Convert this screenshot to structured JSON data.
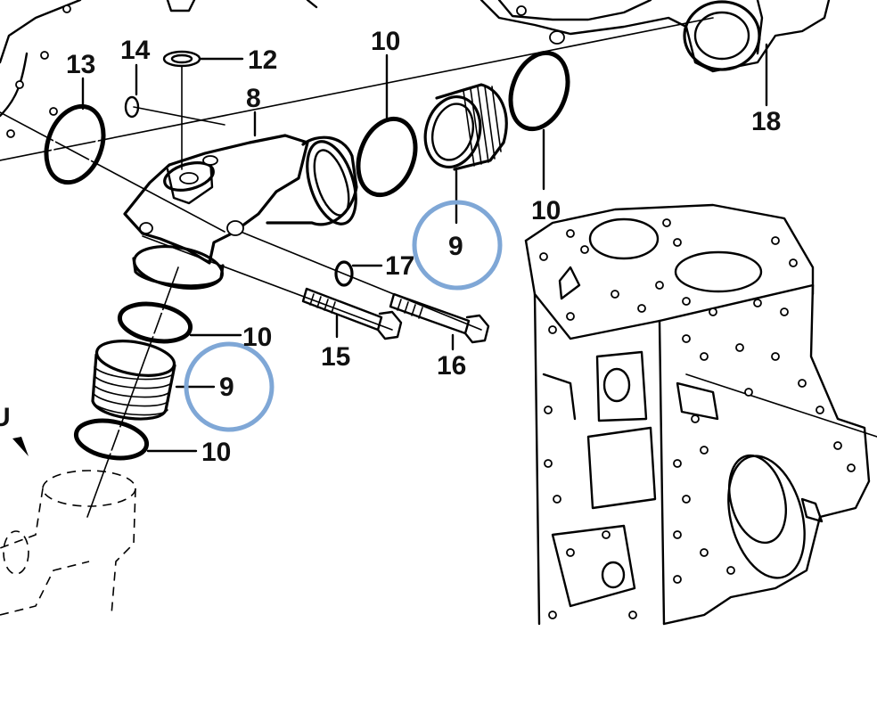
{
  "callouts": [
    {
      "id": "c8",
      "text": "8"
    },
    {
      "id": "c9a",
      "text": "9"
    },
    {
      "id": "c9b",
      "text": "9"
    },
    {
      "id": "c10a",
      "text": "10"
    },
    {
      "id": "c10b",
      "text": "10"
    },
    {
      "id": "c10c",
      "text": "10"
    },
    {
      "id": "c10d",
      "text": "10"
    },
    {
      "id": "c12",
      "text": "12"
    },
    {
      "id": "c13",
      "text": "13"
    },
    {
      "id": "c14",
      "text": "14"
    },
    {
      "id": "c15",
      "text": "15"
    },
    {
      "id": "c16",
      "text": "16"
    },
    {
      "id": "c17",
      "text": "17"
    },
    {
      "id": "c18",
      "text": "18"
    },
    {
      "id": "cU",
      "text": "U"
    }
  ],
  "highlight_color": "#7fa7d6",
  "highlighted_part": "9"
}
